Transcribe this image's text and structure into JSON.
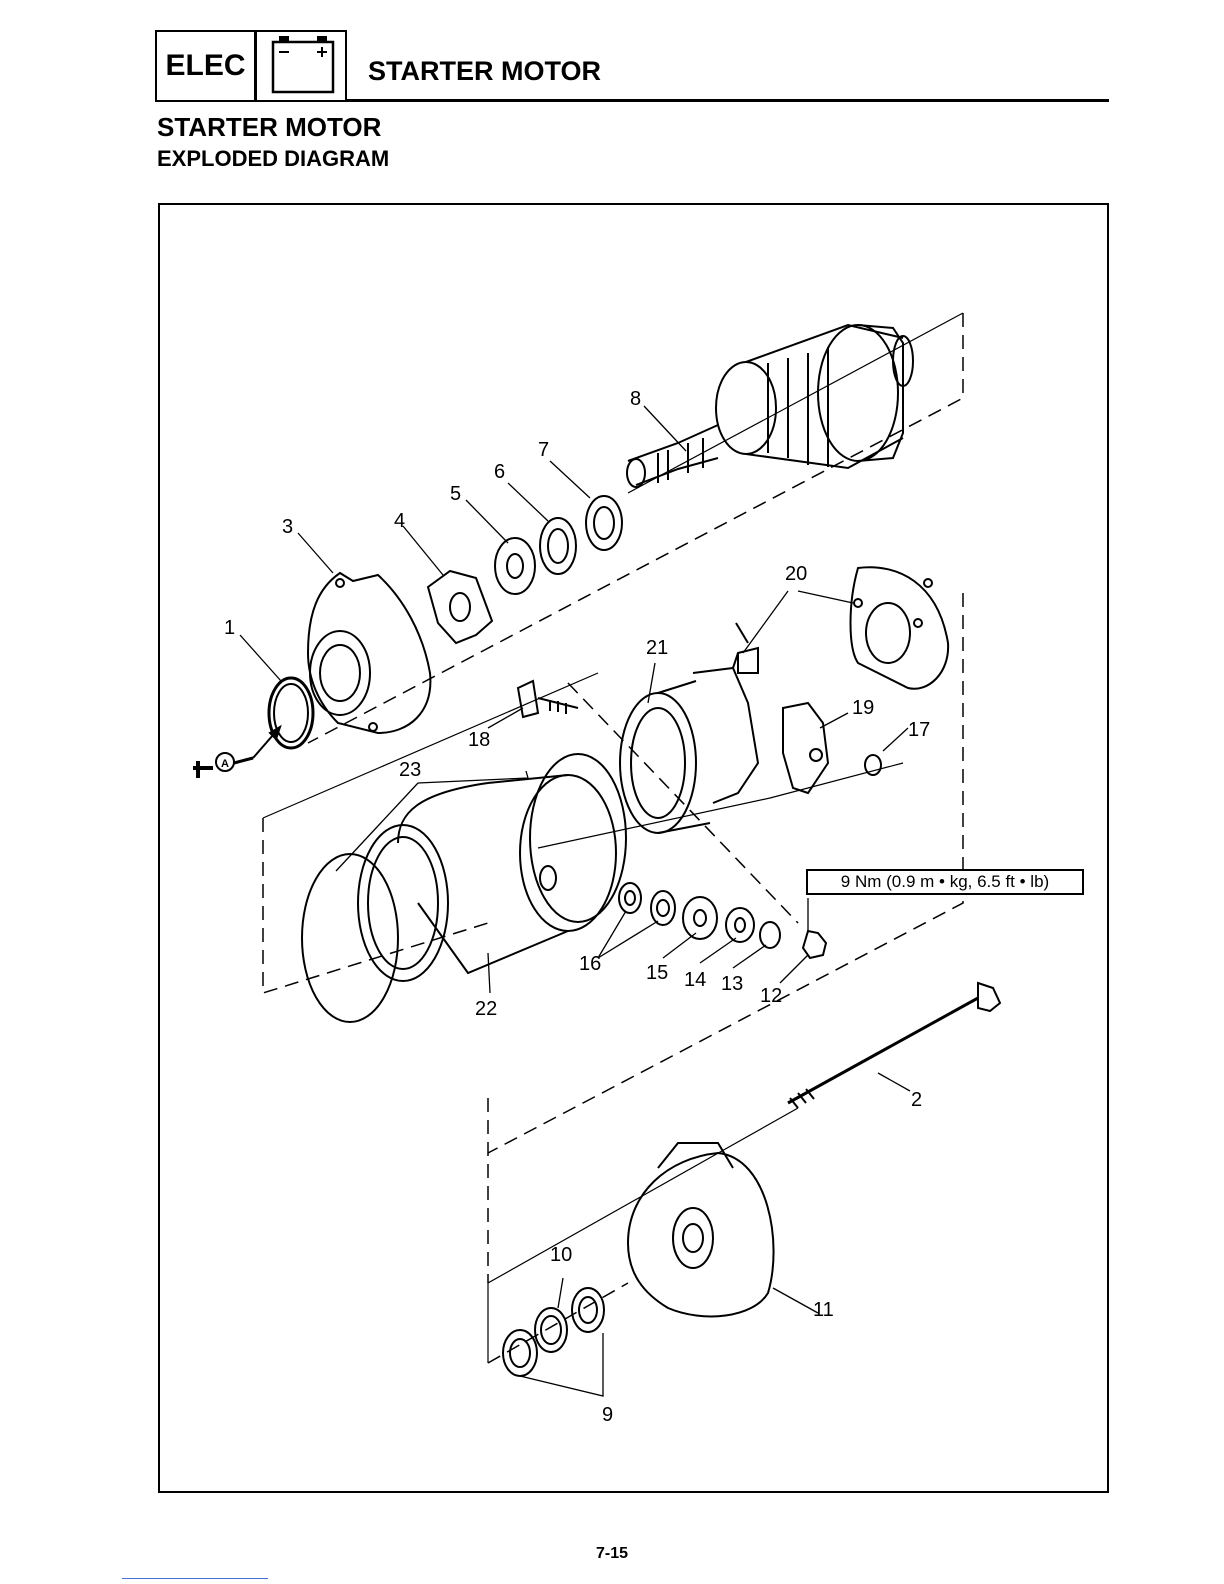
{
  "header": {
    "section_tag": "ELEC",
    "battery_icon": "battery-icon",
    "title": "STARTER MOTOR"
  },
  "section": {
    "title": "STARTER MOTOR",
    "subtitle": "EXPLODED DIAGRAM"
  },
  "diagram": {
    "part_labels": [
      "1",
      "2",
      "3",
      "4",
      "5",
      "6",
      "7",
      "8",
      "9",
      "10",
      "11",
      "12",
      "13",
      "14",
      "15",
      "16",
      "17",
      "18",
      "19",
      "20",
      "21",
      "22",
      "23"
    ],
    "torque_spec": "9 Nm (0.9 m • kg, 6.5 ft • lb)",
    "lube_symbol": "A"
  },
  "footer": {
    "page_number": "7-15"
  }
}
